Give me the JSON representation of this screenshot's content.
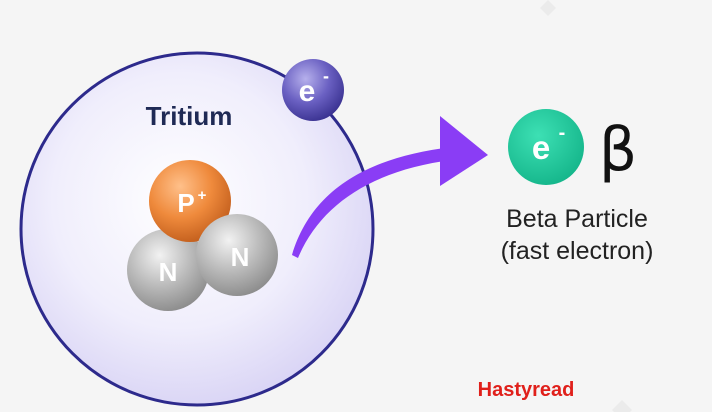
{
  "atom": {
    "title": "Tritium",
    "electron_symbol": "e",
    "electron_charge": "-",
    "proton_symbol": "P",
    "proton_charge": "+",
    "neutron_1_symbol": "N",
    "neutron_2_symbol": "N"
  },
  "emission": {
    "electron_symbol": "e",
    "electron_charge": "-",
    "beta_symbol": "β",
    "caption_line1": "Beta Particle",
    "caption_line2": "(fast electron)"
  },
  "watermark": "Hastyread",
  "colors": {
    "background": "#f5f5f5",
    "atom_fill": "#ece9fb",
    "atom_stroke": "#2d2a8c",
    "proton": "#ee8838",
    "neutron": "#a9a9a9",
    "orbit_electron": "#5e54b3",
    "beta_electron": "#1dc49a",
    "arrow": "#8a3df5",
    "watermark": "#e0201b"
  },
  "icons": {
    "arrow": "curved-arrow-icon"
  }
}
